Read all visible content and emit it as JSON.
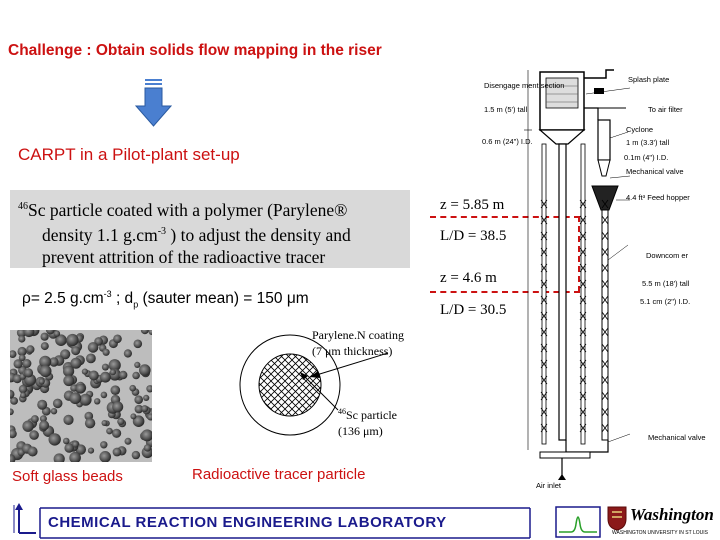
{
  "slide": {
    "title": "Challenge : Obtain solids flow mapping in the riser",
    "subtitle": "CARPT in a Pilot-plant set-up",
    "particle_desc_line1": "46Sc particle coated with a polymer (Parylene®",
    "particle_desc_line1_sup": "46",
    "particle_desc_line1_rest": "Sc particle coated with a polymer (Parylene®",
    "particle_desc_line2": "density 1.1 g.cm-3 ) to adjust the density and",
    "particle_desc_line2_a": "density 1.1 g.cm",
    "particle_desc_line2_sup": "-3",
    "particle_desc_line2_b": " ) to adjust the density and",
    "particle_desc_line3": "prevent attrition of the radioactive tracer",
    "density_rho": "ρ= 2.5 g.cm",
    "density_sup": "-3",
    "density_mid": " ; d",
    "density_sub": "p",
    "density_rest": " (sauter mean) = 150 μm",
    "z1": "z = 5.85 m",
    "ld1": "L/D = 38.5",
    "z2": "z = 4.6 m",
    "ld2": "L/D = 30.5",
    "coating_label_1": "Parylene.N coating",
    "coating_label_2": "(7 μm thickness)",
    "sc_label_sup": "46",
    "sc_label_rest": "Sc particle",
    "sc_label_2": "(136 μm)",
    "caption_beads": "Soft glass beads",
    "caption_tracer": "Radioactive tracer particle",
    "lab_name": "CHEMICAL  REACTION  ENGINEERING  LABORATORY",
    "university_logo": "Washington",
    "university_sub": "WASHINGTON UNIVERSITY IN ST LOUIS"
  },
  "diagram": {
    "disengage": "Disengage ment section",
    "disengage_dim": "1.5 m (5') tall",
    "disengage_id": "0.6 m (24\") I.D.",
    "splash": "Splash plate",
    "air_filter": "To air filter",
    "cyclone": "Cyclone",
    "cyclone_dim1": "1 m (3.3') tall",
    "cyclone_dim2": "0.1m (4\") I.D.",
    "mech_valve_top": "Mechanical valve",
    "feed_hopper": "4.4 ft³ Feed hopper",
    "downcomer": "Downcom er",
    "downcomer_dim1": "5.5 m (18') tall",
    "downcomer_dim2": "5.1 cm (2\") I.D.",
    "mech_valve_bottom": "Mechanical valve",
    "air_inlet": "Air inlet"
  },
  "colors": {
    "title_red": "#cc1111",
    "lab_blue": "#1a1a8c",
    "arrow_blue": "#4a7fd0",
    "box_gray": "#d9d9d9"
  }
}
